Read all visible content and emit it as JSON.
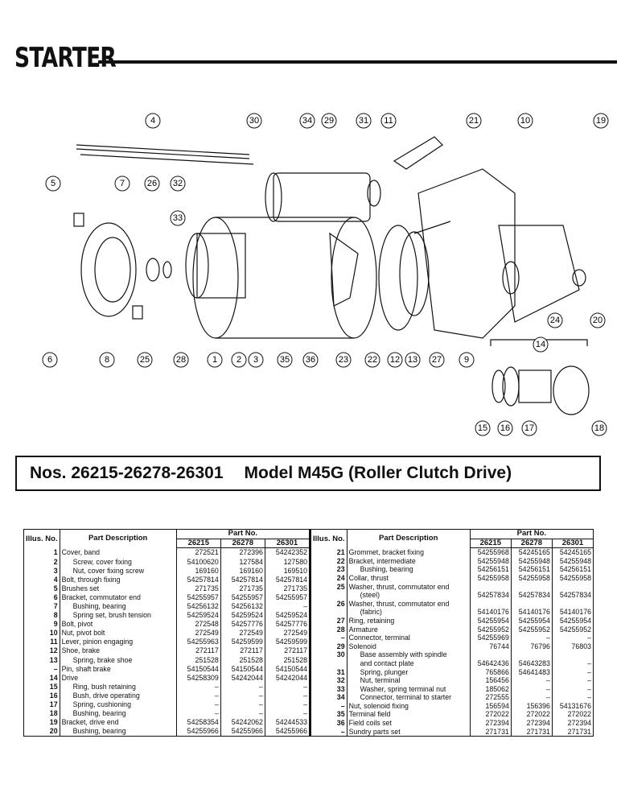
{
  "title": "STARTER",
  "model_box": {
    "nos": "Nos. 26215-26278-26301",
    "model": "Model M45G (Roller Clutch Drive)"
  },
  "diagram_callouts": [
    "4",
    "30",
    "34",
    "29",
    "31",
    "11",
    "21",
    "10",
    "19",
    "5",
    "7",
    "26",
    "32",
    "33",
    "6",
    "8",
    "25",
    "28",
    "1",
    "2",
    "3",
    "35",
    "36",
    "23",
    "22",
    "12",
    "13",
    "27",
    "9",
    "24",
    "20",
    "14",
    "15",
    "16",
    "17",
    "18"
  ],
  "table": {
    "headers": {
      "illus_no": "Illus. No.",
      "part_description": "Part Description",
      "part_no": "Part No.",
      "columns": [
        "26215",
        "26278",
        "26301"
      ]
    },
    "left_rows": [
      {
        "no": "1",
        "desc": "Cover, band",
        "sub": false,
        "v": [
          "272521",
          "272396",
          "54242352"
        ]
      },
      {
        "no": "2",
        "desc": "Screw, cover fixing",
        "sub": true,
        "v": [
          "54100620",
          "127584",
          "127580"
        ]
      },
      {
        "no": "3",
        "desc": "Nut, cover fixing screw",
        "sub": true,
        "v": [
          "169160",
          "169160",
          "169510"
        ]
      },
      {
        "no": "4",
        "desc": "Bolt, through fixing",
        "sub": false,
        "v": [
          "54257814",
          "54257814",
          "54257814"
        ]
      },
      {
        "no": "5",
        "desc": "Brushes set",
        "sub": false,
        "v": [
          "271735",
          "271735",
          "271735"
        ]
      },
      {
        "no": "6",
        "desc": "Bracket, commutator end",
        "sub": false,
        "v": [
          "54255957",
          "54255957",
          "54255957"
        ]
      },
      {
        "no": "7",
        "desc": "Bushing, bearing",
        "sub": true,
        "v": [
          "54256132",
          "54256132",
          "–"
        ]
      },
      {
        "no": "8",
        "desc": "Spring set, brush tension",
        "sub": true,
        "v": [
          "54259524",
          "54259524",
          "54259524"
        ]
      },
      {
        "no": "9",
        "desc": "Bolt, pivot",
        "sub": false,
        "v": [
          "272548",
          "54257776",
          "54257776"
        ]
      },
      {
        "no": "10",
        "desc": "Nut, pivot bolt",
        "sub": false,
        "v": [
          "272549",
          "272549",
          "272549"
        ]
      },
      {
        "no": "11",
        "desc": "Lever, pinion engaging",
        "sub": false,
        "v": [
          "54255963",
          "54259599",
          "54259599"
        ]
      },
      {
        "no": "12",
        "desc": "Shoe, brake",
        "sub": false,
        "v": [
          "272117",
          "272117",
          "272117"
        ]
      },
      {
        "no": "13",
        "desc": "Spring, brake shoe",
        "sub": true,
        "v": [
          "251528",
          "251528",
          "251528"
        ]
      },
      {
        "no": "–",
        "desc": "Pin, shaft brake",
        "sub": false,
        "v": [
          "54150544",
          "54150544",
          "54150544"
        ]
      },
      {
        "no": "14",
        "desc": "Drive",
        "sub": false,
        "v": [
          "54258309",
          "54242044",
          "54242044"
        ]
      },
      {
        "no": "15",
        "desc": "Ring, bush retaining",
        "sub": true,
        "v": [
          "–",
          "–",
          "–"
        ]
      },
      {
        "no": "16",
        "desc": "Bush, drive operating",
        "sub": true,
        "v": [
          "–",
          "–",
          "–"
        ]
      },
      {
        "no": "17",
        "desc": "Spring, cushioning",
        "sub": true,
        "v": [
          "–",
          "–",
          "–"
        ]
      },
      {
        "no": "18",
        "desc": "Bushing, bearing",
        "sub": true,
        "v": [
          "–",
          "–",
          "–"
        ]
      },
      {
        "no": "19",
        "desc": "Bracket, drive end",
        "sub": false,
        "v": [
          "54258354",
          "54242062",
          "54244533"
        ]
      },
      {
        "no": "20",
        "desc": "Bushing, bearing",
        "sub": true,
        "v": [
          "54255966",
          "54255966",
          "54255966"
        ]
      }
    ],
    "right_rows": [
      {
        "no": "21",
        "desc": "Grommet, bracket fixing",
        "sub": false,
        "v": [
          "54255968",
          "54245165",
          "54245165"
        ]
      },
      {
        "no": "22",
        "desc": "Bracket, intermediate",
        "sub": false,
        "v": [
          "54255948",
          "54255948",
          "54255948"
        ]
      },
      {
        "no": "23",
        "desc": "Bushing, bearing",
        "sub": true,
        "v": [
          "54256151",
          "54256151",
          "54256151"
        ]
      },
      {
        "no": "24",
        "desc": "Collar, thrust",
        "sub": false,
        "v": [
          "54255958",
          "54255958",
          "54255958"
        ]
      },
      {
        "no": "25",
        "desc": "Washer, thrust, commutator end",
        "sub": false,
        "v": [
          "",
          "",
          ""
        ]
      },
      {
        "no": "",
        "desc": "(steel)",
        "sub": true,
        "v": [
          "54257834",
          "54257834",
          "54257834"
        ]
      },
      {
        "no": "26",
        "desc": "Washer, thrust, commutator end",
        "sub": false,
        "v": [
          "",
          "",
          ""
        ]
      },
      {
        "no": "",
        "desc": "(fabric)",
        "sub": true,
        "v": [
          "54140176",
          "54140176",
          "54140176"
        ]
      },
      {
        "no": "27",
        "desc": "Ring, retaining",
        "sub": false,
        "v": [
          "54255954",
          "54255954",
          "54255954"
        ]
      },
      {
        "no": "28",
        "desc": "Armature",
        "sub": false,
        "v": [
          "54255952",
          "54255952",
          "54255952"
        ]
      },
      {
        "no": "–",
        "desc": "Connector, terminal",
        "sub": false,
        "v": [
          "54255969",
          "–",
          "–"
        ]
      },
      {
        "no": "29",
        "desc": "Solenoid",
        "sub": false,
        "v": [
          "76744",
          "76796",
          "76803"
        ]
      },
      {
        "no": "30",
        "desc": "Base assembly with spindle",
        "sub": true,
        "v": [
          "",
          "",
          ""
        ]
      },
      {
        "no": "",
        "desc": "and contact plate",
        "sub": true,
        "v": [
          "54642436",
          "54643283",
          "–"
        ]
      },
      {
        "no": "31",
        "desc": "Spring, plunger",
        "sub": true,
        "v": [
          "765866",
          "54641483",
          "–"
        ]
      },
      {
        "no": "32",
        "desc": "Nut, terminal",
        "sub": true,
        "v": [
          "156456",
          "–",
          "–"
        ]
      },
      {
        "no": "33",
        "desc": "Washer, spring terminal nut",
        "sub": true,
        "v": [
          "185062",
          "–",
          "–"
        ]
      },
      {
        "no": "34",
        "desc": "Connector, terminal to starter",
        "sub": true,
        "v": [
          "272555",
          "–",
          "–"
        ]
      },
      {
        "no": "–",
        "desc": "Nut, solenoid fixing",
        "sub": false,
        "v": [
          "156594",
          "156396",
          "54131676"
        ]
      },
      {
        "no": "35",
        "desc": "Terminal field",
        "sub": false,
        "v": [
          "272022",
          "272022",
          "272022"
        ]
      },
      {
        "no": "36",
        "desc": "Field coils set",
        "sub": false,
        "v": [
          "272394",
          "272394",
          "272394"
        ]
      },
      {
        "no": "–",
        "desc": "Sundry parts set",
        "sub": false,
        "v": [
          "271731",
          "271731",
          "271731"
        ]
      }
    ]
  }
}
